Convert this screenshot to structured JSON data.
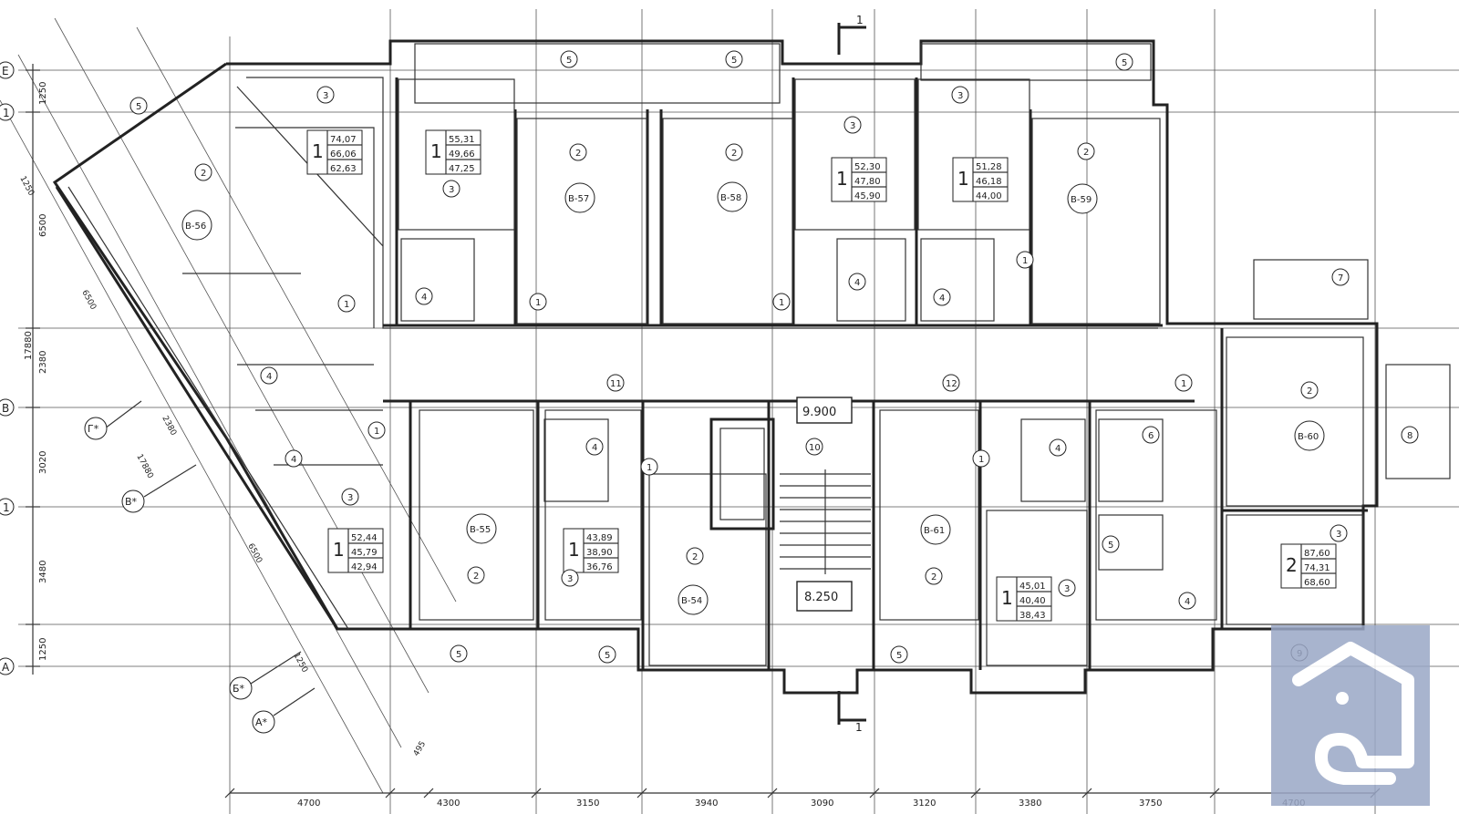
{
  "grid_rows": [
    "E",
    "1",
    "B",
    "1",
    "A"
  ],
  "row_dims": [
    "1250",
    "1250",
    "6500",
    "6500",
    "17880",
    "2380",
    "3020",
    "3480",
    "1250",
    "17880",
    "2380",
    "6500",
    "1250"
  ],
  "col_dims": [
    "4700",
    "4300",
    "3150",
    "3940",
    "3090",
    "3120",
    "3380",
    "3750",
    "4700"
  ],
  "diag_dims": [
    "495"
  ],
  "diag_axes": [
    "Г*",
    "В*",
    "Б*",
    "А*"
  ],
  "section_mark": "1",
  "levels": [
    "9.900",
    "8.250"
  ],
  "apartments": [
    {
      "rooms": "1",
      "v1": "74,07",
      "v2": "66,06",
      "v3": "62,63"
    },
    {
      "rooms": "1",
      "v1": "55,31",
      "v2": "49,66",
      "v3": "47,25"
    },
    {
      "rooms": "1",
      "v1": "52,30",
      "v2": "47,80",
      "v3": "45,90"
    },
    {
      "rooms": "1",
      "v1": "51,28",
      "v2": "46,18",
      "v3": "44,00"
    },
    {
      "rooms": "1",
      "v1": "52,44",
      "v2": "45,79",
      "v3": "42,94"
    },
    {
      "rooms": "1",
      "v1": "43,89",
      "v2": "38,90",
      "v3": "36,76"
    },
    {
      "rooms": "1",
      "v1": "45,01",
      "v2": "40,40",
      "v3": "38,43"
    },
    {
      "rooms": "2",
      "v1": "87,60",
      "v2": "74,31",
      "v3": "68,60"
    }
  ],
  "vent_labels": [
    "В-56",
    "В-57",
    "В-58",
    "В-59",
    "В-60",
    "В-55",
    "В-54",
    "В-61"
  ],
  "room_tags": [
    "1",
    "2",
    "3",
    "4",
    "5",
    "6",
    "7",
    "8",
    "9",
    "10",
    "11",
    "12"
  ],
  "colors": {
    "line": "#222222",
    "logo": "#9aa7c6"
  }
}
